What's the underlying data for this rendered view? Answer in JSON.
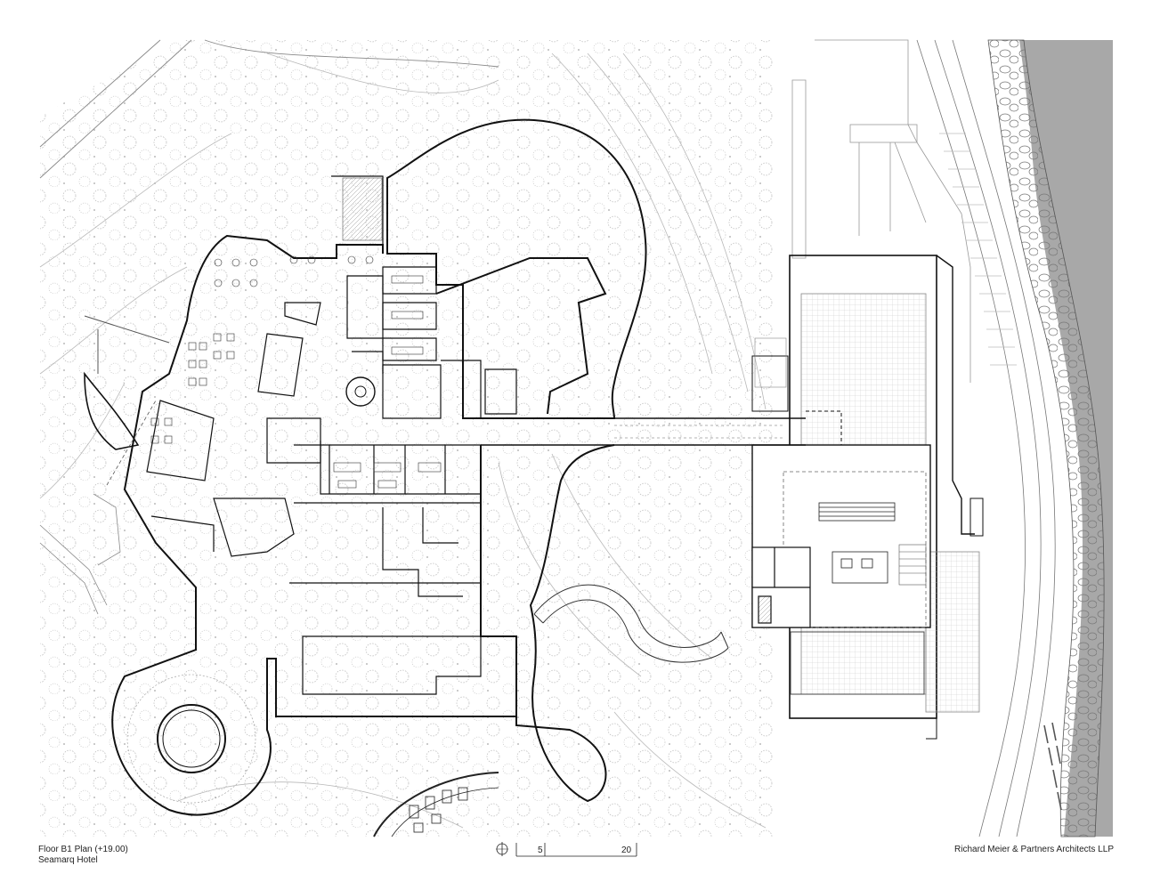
{
  "sheet": {
    "plan_title": "Floor B1 Plan (+19.00)",
    "project_name": "Seamarq Hotel",
    "architect": "Richard Meier & Partners Architects LLP"
  },
  "scale_bar": {
    "tick_1": "5",
    "tick_2": "20"
  },
  "colors": {
    "line_heavy": "#111111",
    "line_light": "#9a9a9a",
    "water": "#a8a8a8",
    "paper": "#ffffff"
  },
  "icons": {
    "north_arrow": "north-arrow-icon"
  }
}
